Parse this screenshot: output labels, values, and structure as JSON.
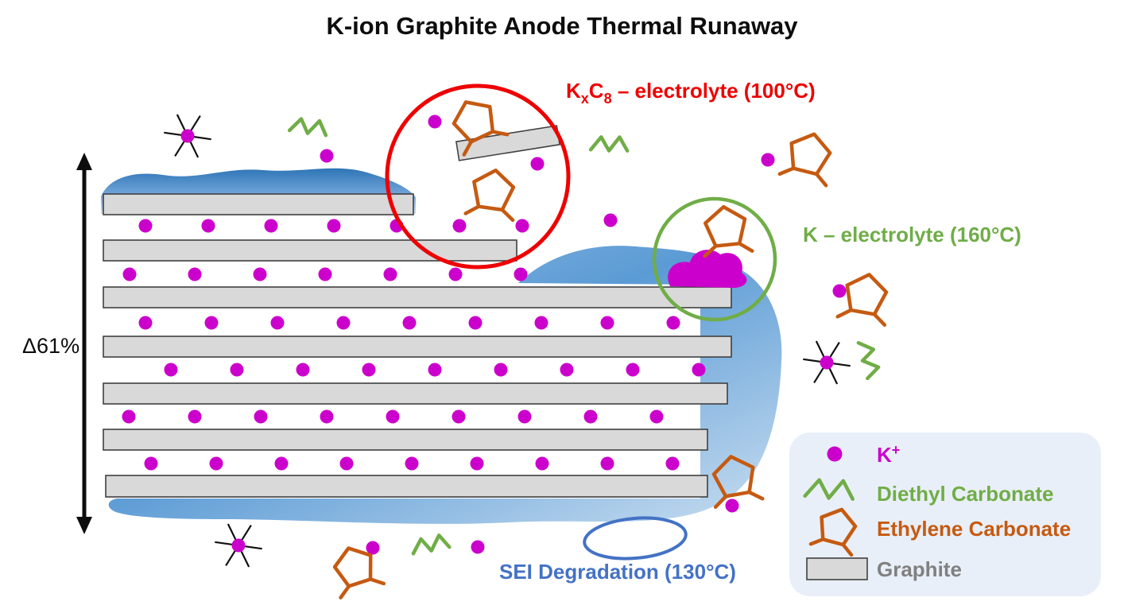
{
  "title": "K-ion Graphite Anode Thermal Runaway",
  "expansion": {
    "label": "Δ61%"
  },
  "annotations": {
    "kxc8": {
      "k": "K",
      "x_sub": "x",
      "c": "C",
      "eight_sub": "8",
      "rest": " – electrolyte (100°C)",
      "color": "#ee0000"
    },
    "k_electrolyte": {
      "label": "K – electrolyte (160°C)",
      "color": "#70ad47"
    },
    "sei": {
      "label": "SEI Degradation (130°C)",
      "color": "#4472c4"
    }
  },
  "legend": {
    "k_ion": {
      "base": "K",
      "sup": "+"
    },
    "dec": "Diethyl Carbonate",
    "ec": "Ethylene Carbonate",
    "graphite": "Graphite"
  },
  "colors": {
    "k_ion": "#cc00cc",
    "dec": "#70ad47",
    "ec": "#c55a11",
    "graphite_fill": "#d9d9d9",
    "graphite_text": "#808080",
    "sei_blue": "#4472c4",
    "legend_bg": "#e9eff8"
  }
}
